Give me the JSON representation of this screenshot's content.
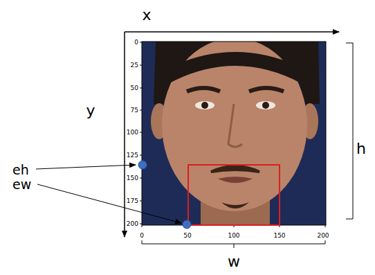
{
  "diagram": {
    "labels": [
      "x",
      "y",
      "eh",
      "ew",
      "h",
      "w",
      "0",
      "25",
      "50",
      "75",
      "100",
      "125",
      "150",
      "175",
      "200",
      "0",
      "50",
      "100",
      "150",
      "200"
    ]
  }
}
